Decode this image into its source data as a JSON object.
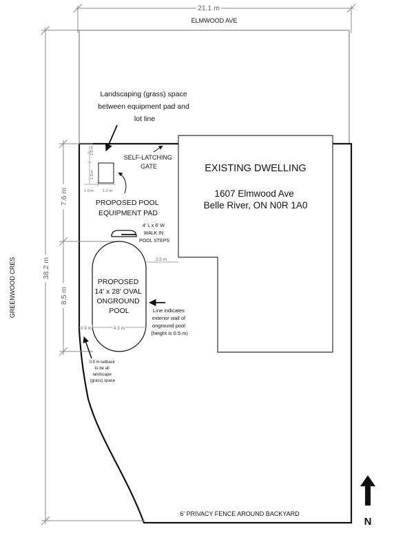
{
  "streets": {
    "north": "ELMWOOD AVE",
    "west": "GREENWOOD CRES"
  },
  "dimensions": {
    "lot_width": "21.1 m",
    "lot_depth": "38.2 m",
    "pad_zone": "7.6 m",
    "pool_zone": "8.5 m",
    "pad_dim_top": "1.5 m",
    "pad_dim_mid": "1.5 m",
    "pad_dim_left": "1.0 m",
    "pad_dim_right": "1.2 m",
    "pool_to_house": "2.5 m",
    "pool_to_lotline": "0.9 m",
    "pool_width": "4.3 m"
  },
  "labels": {
    "landscaping_note": [
      "Landscaping (grass) space",
      "between equipment pad and",
      "lot line"
    ],
    "gate": [
      "SELF-LATCHING",
      "GATE"
    ],
    "dwelling_title": "EXISTING DWELLING",
    "dwelling_address": [
      "1607 Elmwood Ave",
      "Belle River, ON N0R 1A0"
    ],
    "equipment_pad": [
      "PROPOSED POOL",
      "EQUIPMENT PAD"
    ],
    "pool_steps": [
      "4' L x 6' W",
      "WALK IN",
      "POOL STEPS"
    ],
    "pool": [
      "PROPOSED",
      "14' x 28' OVAL",
      "ONGROUND",
      "POOL"
    ],
    "pool_wall_note": [
      "Line indicates",
      "exterior wall of",
      "onground pool",
      "(height is 0.5 m)"
    ],
    "setback_note": [
      "0.9 m setback",
      "to be all",
      "landscape",
      "(grass) space"
    ],
    "fence": "6' PRIVACY FENCE AROUND BACKYARD",
    "north": "N"
  }
}
